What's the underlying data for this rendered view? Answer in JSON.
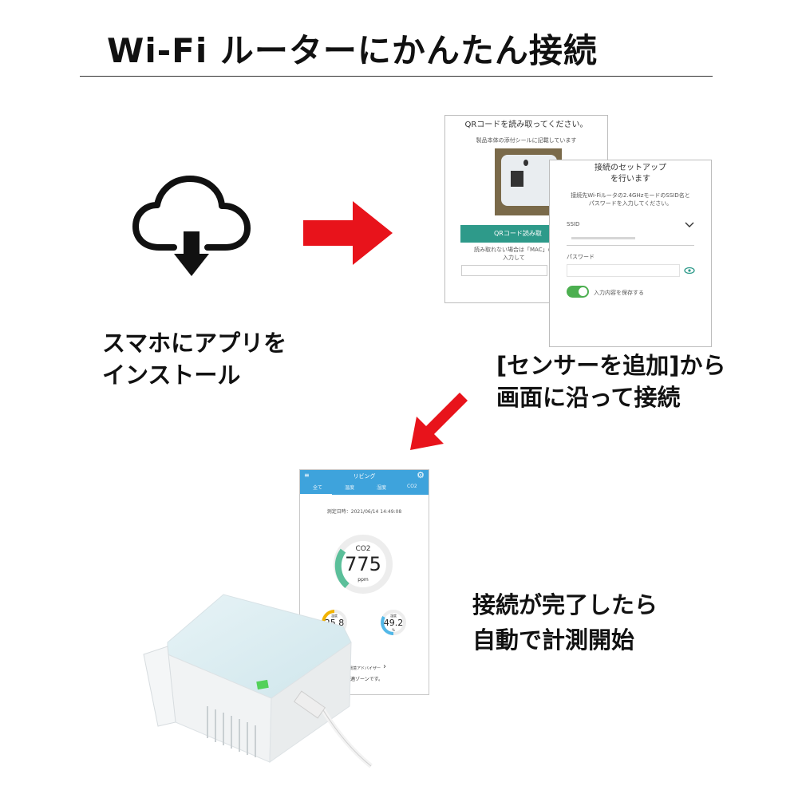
{
  "title": "Wi-Fi ルーターにかんたん接続",
  "step1": {
    "caption_line1": "スマホにアプリを",
    "caption_line2": "インストール"
  },
  "step2": {
    "caption_line1": "[センサーを追加]から",
    "caption_line2": "画面に沿って接続",
    "qr_screen": {
      "heading": "QRコードを読み取ってください。",
      "subtext": "製品本体の添付シールに記載しています",
      "button": "QRコード読み取",
      "fallback_line1": "読み取れない場合は「MAC」の",
      "fallback_line2": "入力して"
    },
    "wifi_screen": {
      "heading_line1": "接続のセットアップ",
      "heading_line2": "を行います",
      "desc_line1": "接続先Wi-Fiルータの2.4GHzモードのSSID名と",
      "desc_line2": "パスワードを入力してください。",
      "ssid_label": "SSID",
      "password_label": "パスワード",
      "save_toggle_label": "入力内容を保存する"
    }
  },
  "step3": {
    "caption_line1": "接続が完了したら",
    "caption_line2": "自動で計測開始",
    "app": {
      "header_title": "リビング",
      "tabs": [
        "全て",
        "温度",
        "湿度",
        "CO2"
      ],
      "timestamp": "測定日時：2021/06/14 14:49:08",
      "co2_label": "CO2",
      "co2_value": "775",
      "co2_unit": "ppm",
      "temp_label": "温度",
      "temp_value": "25.8",
      "temp_unit": "℃",
      "humidity_label": "湿度",
      "humidity_value": "49.2",
      "humidity_unit": "%",
      "advisor_label": "環境アドバイザー",
      "advisor_message": "快適ゾーンです。"
    }
  },
  "colors": {
    "arrow": "#e8131b",
    "teal": "#2e9a8a",
    "app_blue": "#3ea3dc",
    "co2_green": "#5bbf9a",
    "temp_yellow": "#f2b300",
    "humidity_blue": "#52b8e8"
  }
}
